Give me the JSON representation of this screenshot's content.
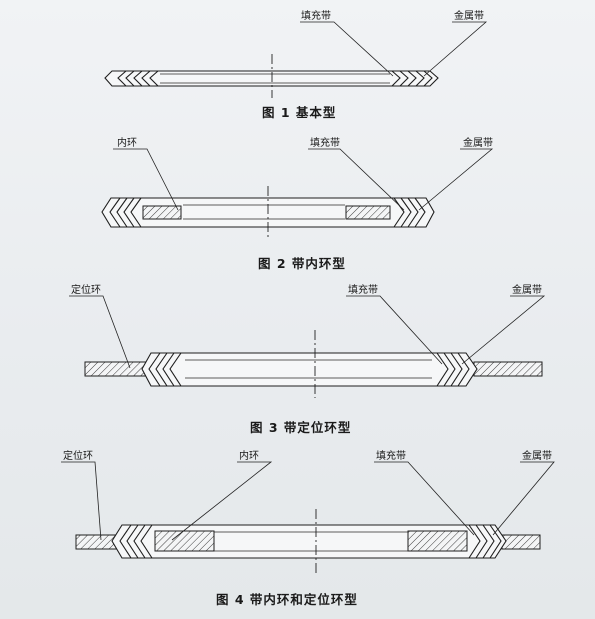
{
  "figures": [
    {
      "caption": "图 1   基本型",
      "labels": {
        "filler": "填充带",
        "metal": "金属带"
      }
    },
    {
      "caption": "图 2   带内环型",
      "labels": {
        "inner": "内环",
        "filler": "填充带",
        "metal": "金属带"
      }
    },
    {
      "caption": "图 3   带定位环型",
      "labels": {
        "locator": "定位环",
        "filler": "填充带",
        "metal": "金属带"
      }
    },
    {
      "caption": "图 4   带内环和定位环型",
      "labels": {
        "locator": "定位环",
        "inner": "内环",
        "filler": "填充带",
        "metal": "金属带"
      }
    }
  ]
}
